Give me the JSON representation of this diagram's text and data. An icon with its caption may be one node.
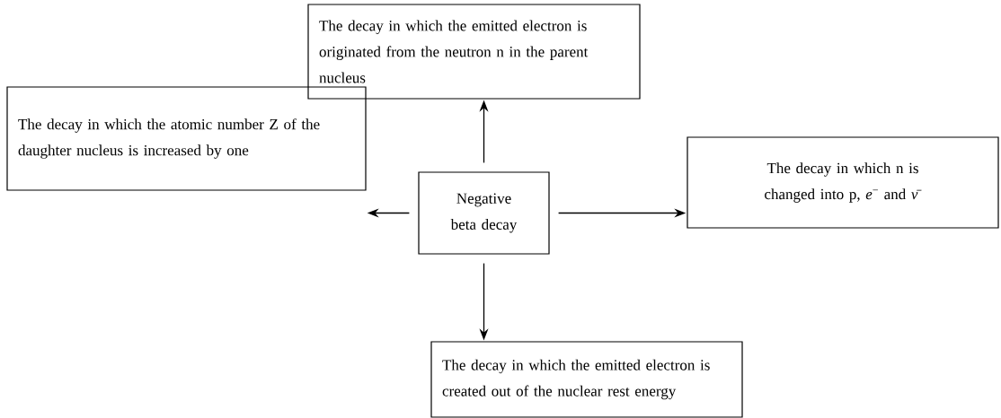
{
  "diagram": {
    "nodes": [
      {
        "text": [
          "Negative beta decay"
        ]
      },
      {
        "text": [
          "The decay in which the emitted electron is originated from the neutron n in the parent nucleus"
        ]
      },
      {
        "text": [
          "The decay in which the atomic number Z of the daughter nucleus is increased by one"
        ]
      },
      {
        "text": [
          "The decay in which n is changed into p, *e*$^{−}$ and *ν̄*"
        ]
      },
      {
        "text": [
          "The decay in which the emitted electron is created out of the nuclear rest energy"
        ]
      }
    ],
    "edges": [
      {
        "from": 0,
        "to": 1,
        "arrow": "to"
      },
      {
        "from": 0,
        "to": 2,
        "arrow": "to"
      },
      {
        "from": 0,
        "to": 3,
        "arrow": "to"
      },
      {
        "from": 0,
        "to": 4,
        "arrow": "to"
      }
    ]
  }
}
